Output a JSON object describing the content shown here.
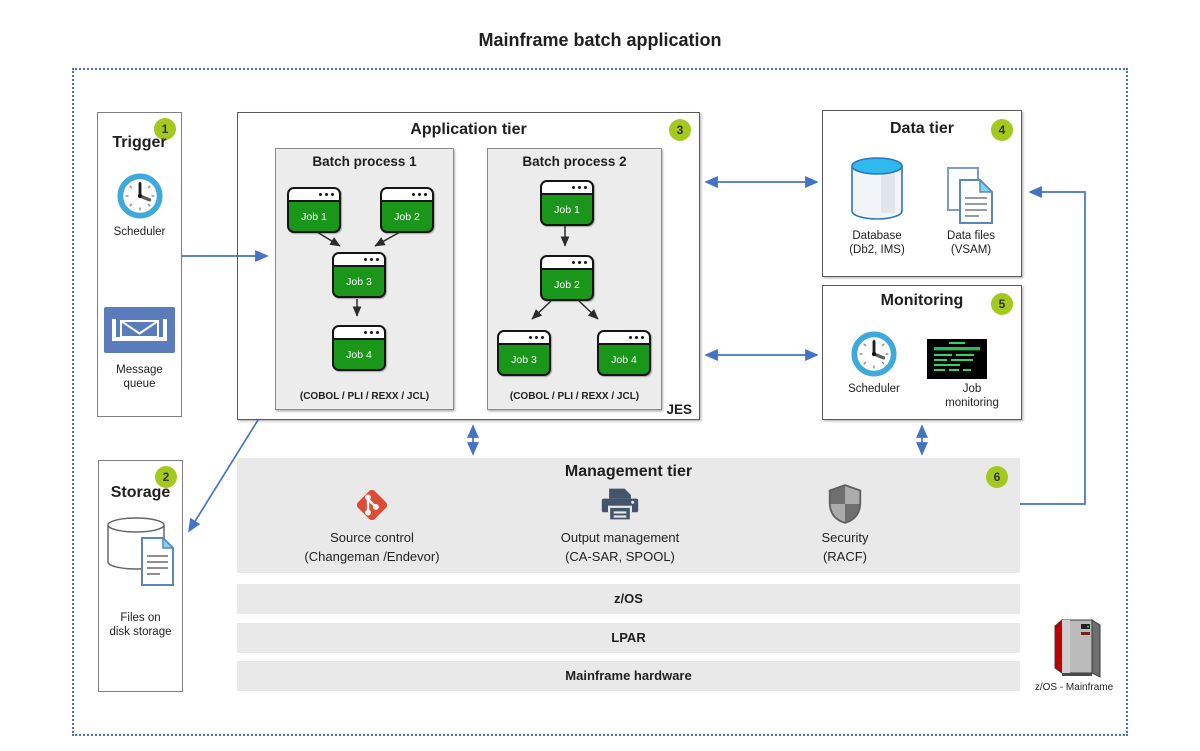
{
  "title": "Mainframe batch application",
  "trigger": {
    "badge": "1",
    "title": "Trigger",
    "scheduler_label": "Scheduler",
    "queue_label": "Message\nqueue"
  },
  "storage": {
    "badge": "2",
    "title": "Storage",
    "files_label": "Files on\ndisk storage"
  },
  "application_tier": {
    "badge": "3",
    "title": "Application tier",
    "jes_label": "JES",
    "batch_process_1": {
      "title": "Batch process 1",
      "jobs": [
        "Job 1",
        "Job 2",
        "Job 3",
        "Job 4"
      ],
      "caption": "(COBOL / PLI / REXX / JCL)"
    },
    "batch_process_2": {
      "title": "Batch process 2",
      "jobs": [
        "Job 1",
        "Job 2",
        "Job 3",
        "Job 4"
      ],
      "caption": "(COBOL / PLI / REXX / JCL)"
    }
  },
  "data_tier": {
    "badge": "4",
    "title": "Data tier",
    "database_label": "Database\n(Db2, IMS)",
    "files_label": "Data files\n(VSAM)"
  },
  "monitoring": {
    "badge": "5",
    "title": "Monitoring",
    "scheduler_label": "Scheduler",
    "job_label": "Job\nmonitoring"
  },
  "management_tier": {
    "badge": "6",
    "title": "Management tier",
    "items": [
      {
        "label": "Source control",
        "sublabel": "(Changeman /Endevor)"
      },
      {
        "label": "Output management",
        "sublabel": "(CA-SAR, SPOOL)"
      },
      {
        "label": "Security",
        "sublabel": "(RACF)"
      }
    ]
  },
  "platform_layers": [
    "z/OS",
    "LPAR",
    "Mainframe hardware"
  ],
  "mainframe_label": "z/OS - Mainframe",
  "colors": {
    "accent_blue": "#4472C4",
    "badge_green": "#A3C91E",
    "job_green": "#1A961A",
    "tier_gray": "#E9E9E9",
    "git_red": "#DE4C36",
    "printer_slate": "#44546A",
    "db_top_cyan": "#2FB9EC"
  }
}
